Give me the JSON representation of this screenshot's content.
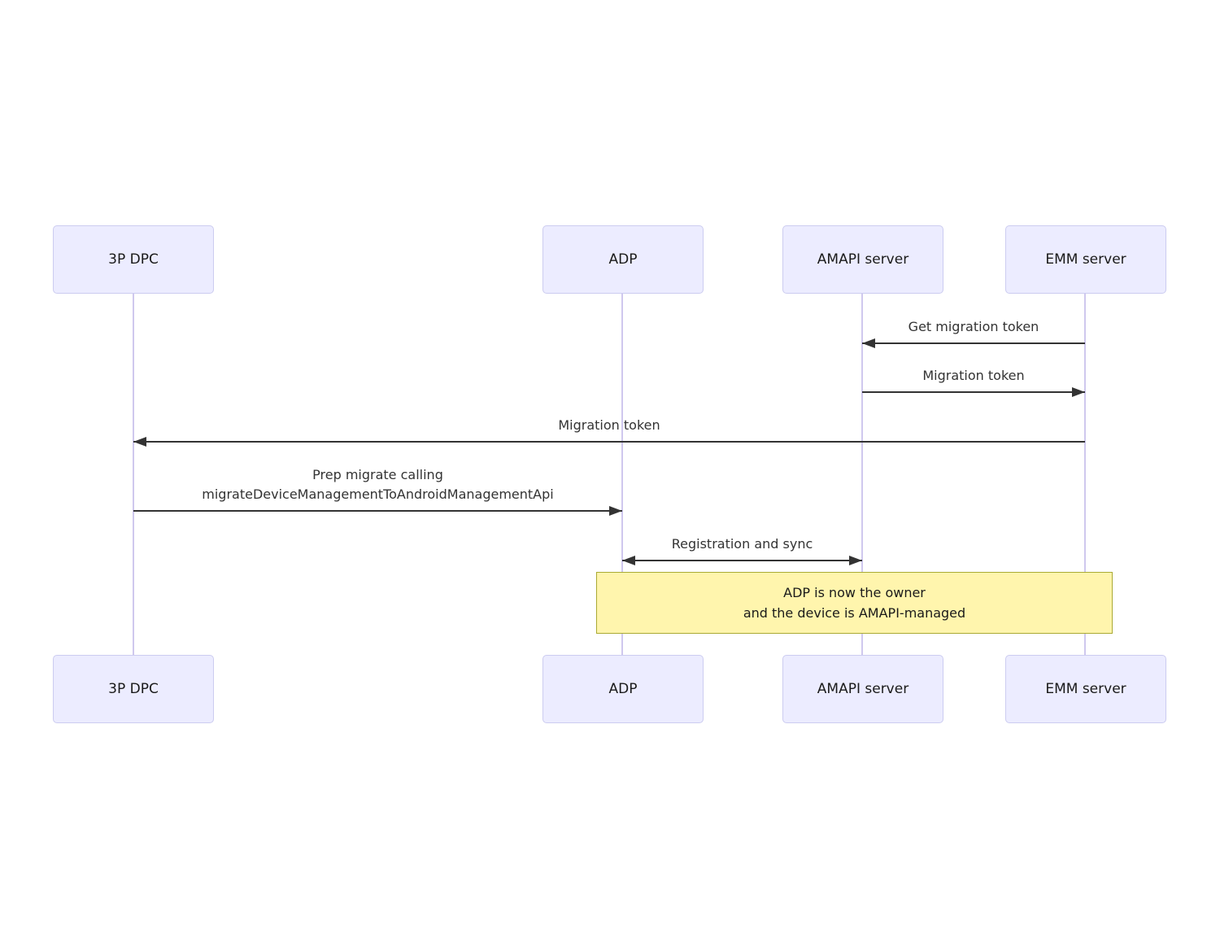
{
  "diagram": {
    "type": "sequence",
    "actors": [
      {
        "label": "3P DPC"
      },
      {
        "label": "ADP"
      },
      {
        "label": "AMAPI server"
      },
      {
        "label": "EMM server"
      }
    ],
    "messages": [
      {
        "from": "EMM server",
        "to": "AMAPI server",
        "label": "Get migration token",
        "direction": "left"
      },
      {
        "from": "AMAPI server",
        "to": "EMM server",
        "label": "Migration token",
        "direction": "right"
      },
      {
        "from": "EMM server",
        "to": "3P DPC",
        "label": "Migration token",
        "direction": "left"
      },
      {
        "from": "3P DPC",
        "to": "ADP",
        "label": "Prep migrate calling",
        "label2": "migrateDeviceManagementToAndroidManagementApi",
        "direction": "right"
      },
      {
        "from": "ADP",
        "to": "AMAPI server",
        "label": "Registration and sync",
        "direction": "both"
      }
    ],
    "note": {
      "over": [
        "ADP",
        "EMM server"
      ],
      "label": "ADP is now the owner",
      "label2": "and the device is AMAPI-managed"
    },
    "colors": {
      "actor_fill": "#ECECFF",
      "actor_border": "#CCCCF0",
      "lifeline": "#CFC8EE",
      "arrow": "#333333",
      "note_fill": "#FFF5AD",
      "note_border": "#AAAA33",
      "background": "#FFFFFF"
    }
  }
}
